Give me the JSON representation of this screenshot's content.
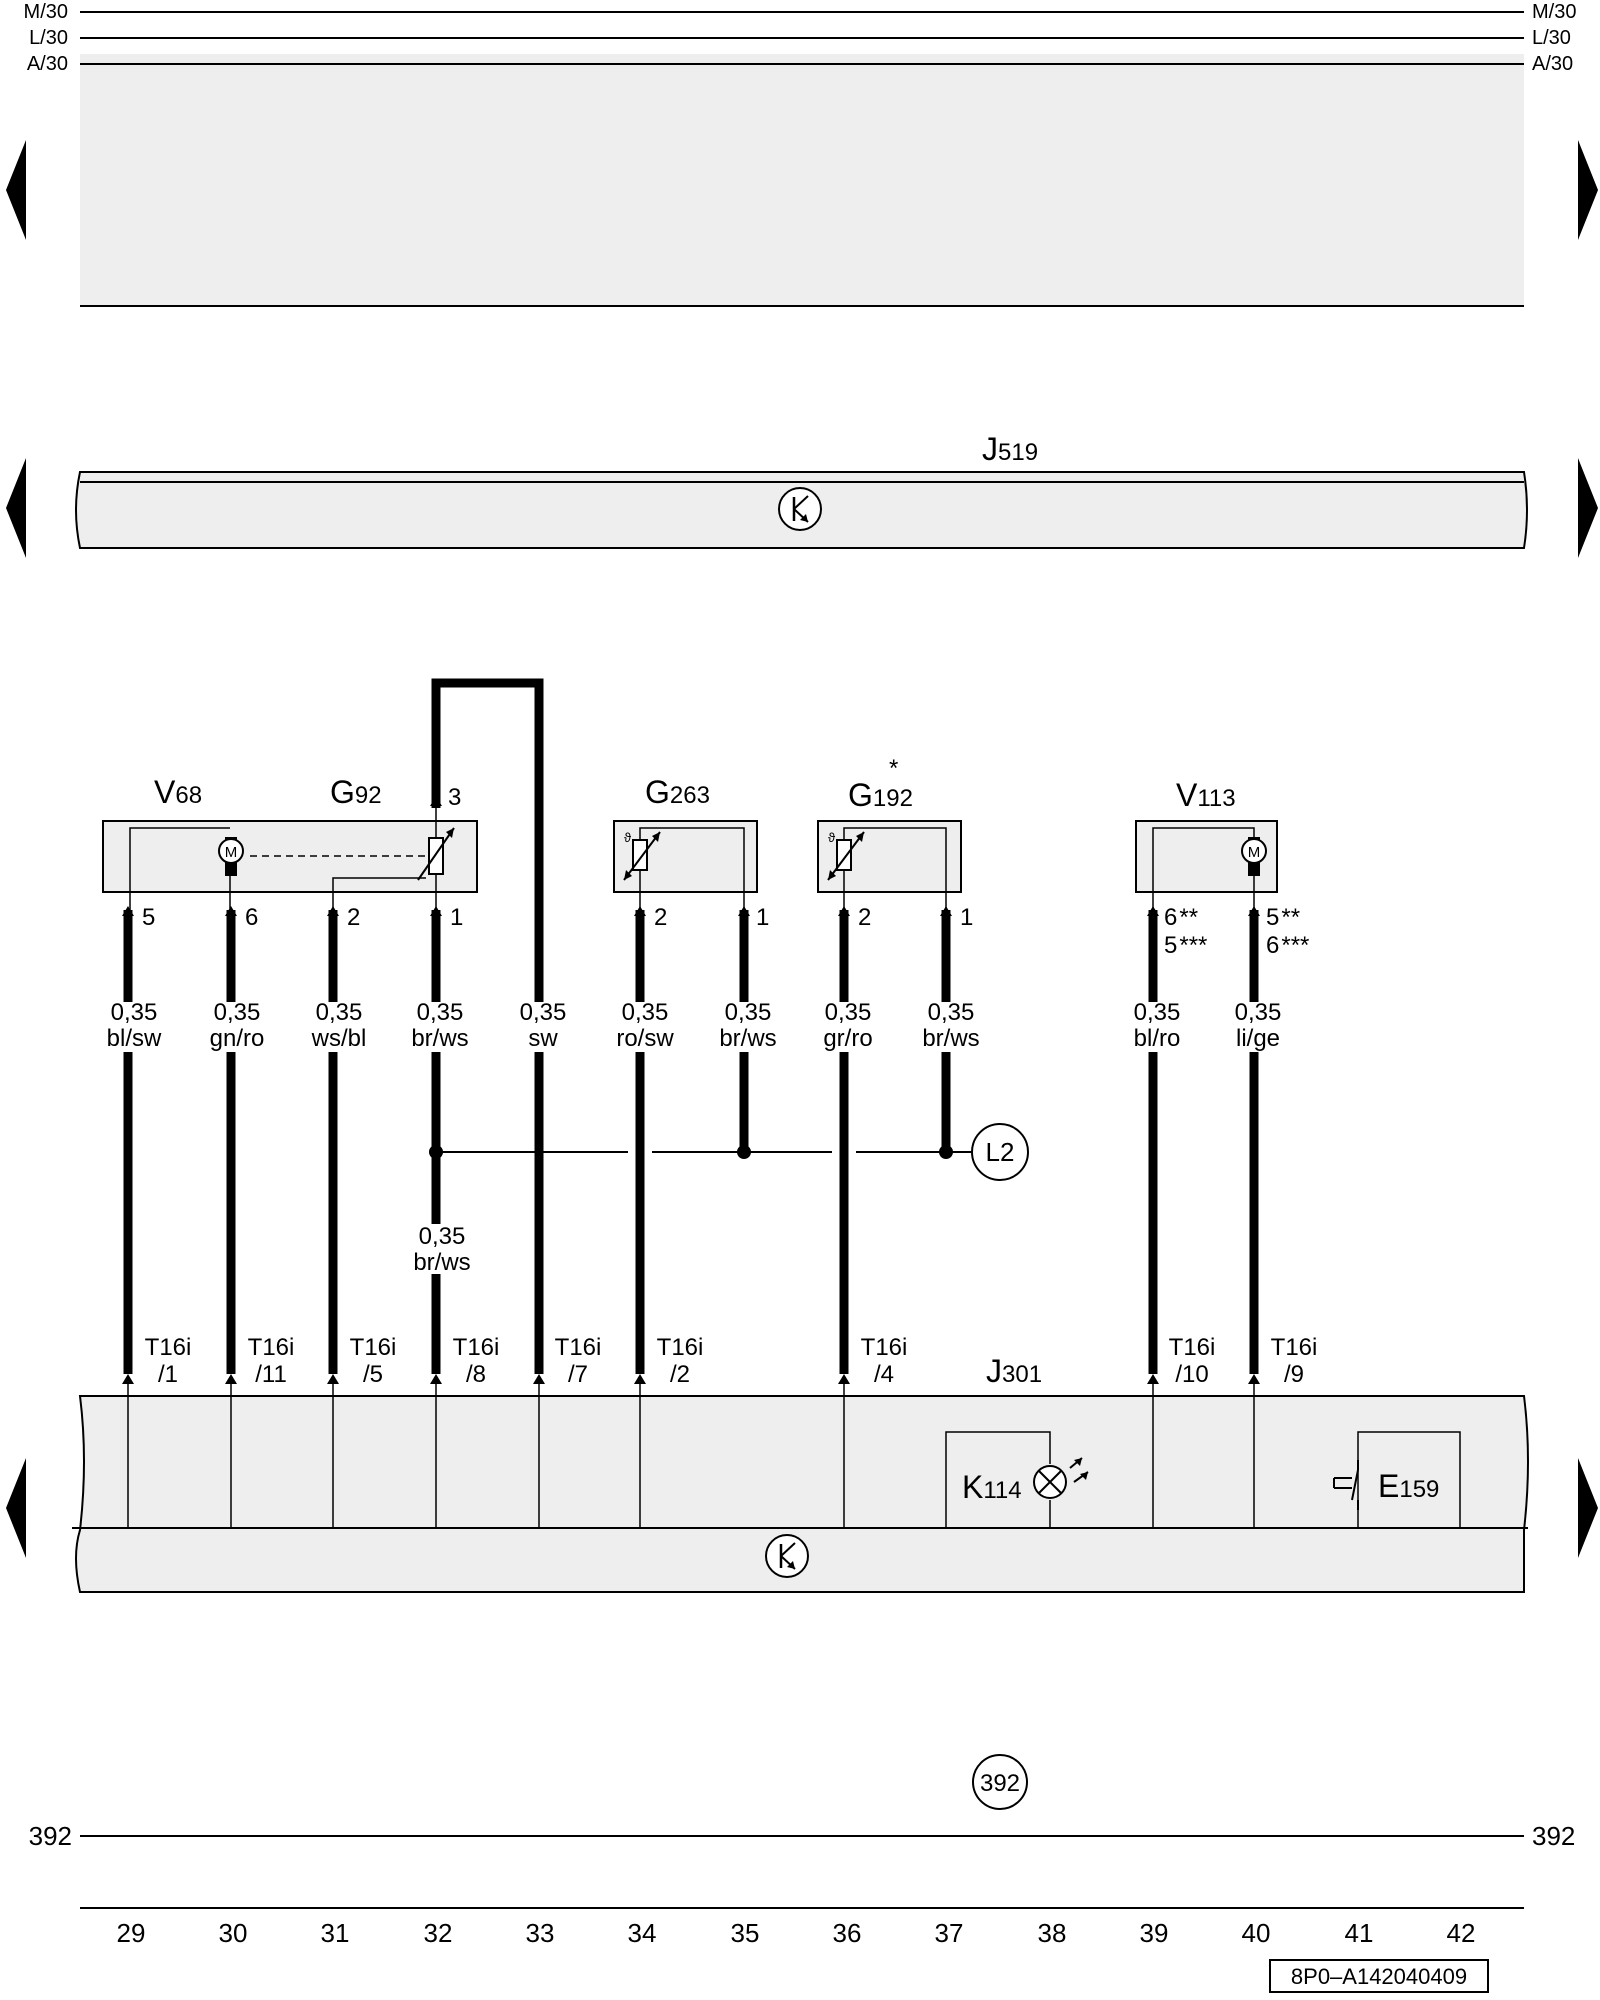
{
  "bus_lines": {
    "m30": "M/30",
    "l30": "L/30",
    "a30": "A/30"
  },
  "j519": {
    "label": "J",
    "sub": "519"
  },
  "j301": {
    "label": "J",
    "sub": "301"
  },
  "components": {
    "v68": {
      "label": "V",
      "sub": "68"
    },
    "g92": {
      "label": "G",
      "sub": "92"
    },
    "g263": {
      "label": "G",
      "sub": "263"
    },
    "g192": {
      "label": "G",
      "sub": "192",
      "star": "*"
    },
    "v113": {
      "label": "V",
      "sub": "113"
    },
    "k114": {
      "label": "K",
      "sub": "114"
    },
    "e159": {
      "label": "E",
      "sub": "159"
    }
  },
  "motor_symbol": "M",
  "wires": [
    {
      "pin": "5",
      "gauge": "0,35",
      "color": "bl/sw",
      "conn1": "T16i",
      "conn2": "/1"
    },
    {
      "pin": "6",
      "gauge": "0,35",
      "color": "gn/ro",
      "conn1": "T16i",
      "conn2": "/11"
    },
    {
      "pin": "2",
      "gauge": "0,35",
      "color": "ws/bl",
      "conn1": "T16i",
      "conn2": "/5"
    },
    {
      "pin": "1",
      "gauge": "0,35",
      "color": "br/ws",
      "conn1": "T16i",
      "conn2": "/8"
    },
    {
      "pin": "",
      "gauge": "0,35",
      "color": "sw",
      "conn1": "T16i",
      "conn2": "/7"
    },
    {
      "pin": "2",
      "gauge": "0,35",
      "color": "ro/sw",
      "conn1": "T16i",
      "conn2": "/2"
    },
    {
      "pin": "1",
      "gauge": "0,35",
      "color": "br/ws",
      "conn1": "",
      "conn2": ""
    },
    {
      "pin": "2",
      "gauge": "0,35",
      "color": "gr/ro",
      "conn1": "T16i",
      "conn2": "/4"
    },
    {
      "pin": "1",
      "gauge": "0,35",
      "color": "br/ws",
      "conn1": "",
      "conn2": ""
    },
    {
      "pin": "6",
      "pin_b": "5",
      "pin_stars": "**",
      "pin_b_stars": "***",
      "gauge": "0,35",
      "color": "bl/ro",
      "conn1": "T16i",
      "conn2": "/10"
    },
    {
      "pin": "5",
      "pin_b": "6",
      "pin_stars": "**",
      "pin_b_stars": "***",
      "gauge": "0,35",
      "color": "li/ge",
      "conn1": "T16i",
      "conn2": "/9"
    }
  ],
  "g92_pin3": "3",
  "lower_wire": {
    "gauge": "0,35",
    "color": "br/ws"
  },
  "ground_ref": "L2",
  "ref_circle": "392",
  "ref_left": "392",
  "ref_right": "392",
  "columns": [
    "29",
    "30",
    "31",
    "32",
    "33",
    "34",
    "35",
    "36",
    "37",
    "38",
    "39",
    "40",
    "41",
    "42"
  ],
  "footer_code": "8P0–A142040409"
}
